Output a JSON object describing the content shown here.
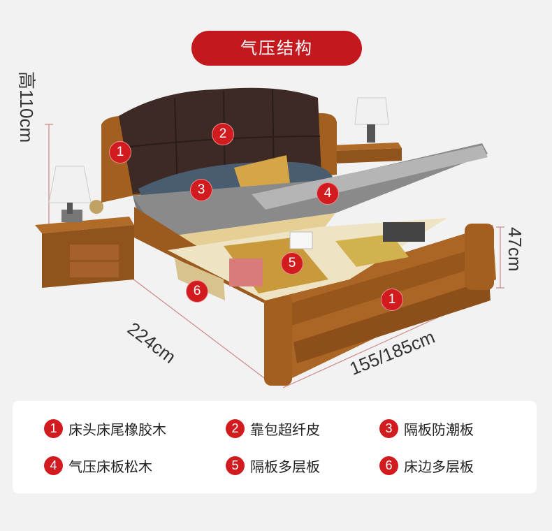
{
  "title": "气压结构",
  "dimensions": {
    "height": "高110cm",
    "storage_height": "47cm",
    "length": "224cm",
    "width": "155/185cm"
  },
  "markers": [
    "1",
    "2",
    "3",
    "4",
    "5",
    "1",
    "6"
  ],
  "legend": [
    {
      "num": "1",
      "text": "床头床尾橡胶木"
    },
    {
      "num": "2",
      "text": "靠包超纤皮"
    },
    {
      "num": "3",
      "text": "隔板防潮板"
    },
    {
      "num": "4",
      "text": "气压床板松木"
    },
    {
      "num": "5",
      "text": "隔板多层板"
    },
    {
      "num": "6",
      "text": "床边多层板"
    }
  ],
  "colors": {
    "accent": "#c3191e",
    "wood": "#a0601f",
    "leather": "#3d2a25",
    "mattress": "#9a9a9a"
  }
}
